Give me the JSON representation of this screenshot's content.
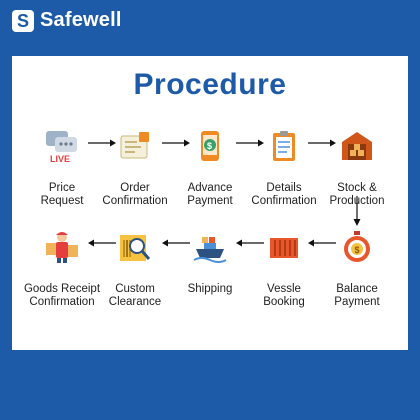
{
  "brand": {
    "logo_icon": "s-logo-icon",
    "name": "Safewell"
  },
  "title": "Procedure",
  "colors": {
    "brand_blue": "#1d5aa8",
    "accent_orange": "#f08a24",
    "accent_green": "#38a169"
  },
  "steps": [
    {
      "label": "Price\nRequest",
      "icon": "live-chat-icon"
    },
    {
      "label": "Order\nConfirmation",
      "icon": "order-document-icon"
    },
    {
      "label": "Advance\nPayment",
      "icon": "mobile-payment-icon"
    },
    {
      "label": "Details\nConfirmation",
      "icon": "clipboard-checklist-icon"
    },
    {
      "label": "Stock &\nProduction",
      "icon": "warehouse-icon"
    },
    {
      "label": "Balance\nPayment",
      "icon": "stopwatch-coin-icon"
    },
    {
      "label": "Vessle\nBooking",
      "icon": "shipping-container-icon"
    },
    {
      "label": "Shipping",
      "icon": "cargo-ship-icon"
    },
    {
      "label": "Custom\nClearance",
      "icon": "inspection-magnifier-icon"
    },
    {
      "label": "Goods Receipt\nConfirmation",
      "icon": "delivery-worker-icon"
    }
  ]
}
